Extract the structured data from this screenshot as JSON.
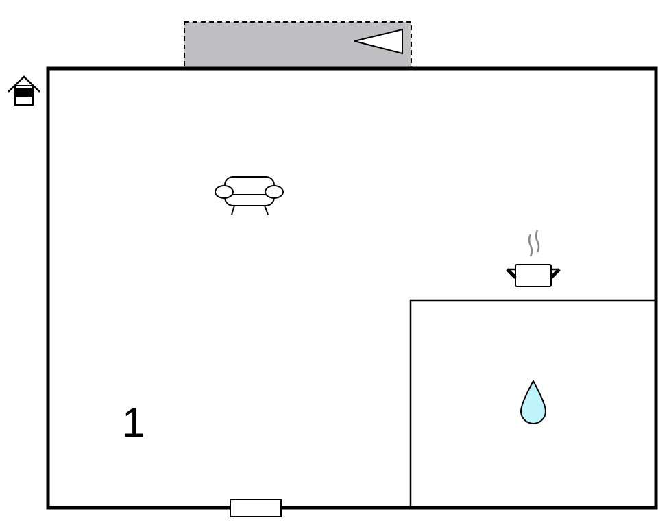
{
  "floorplan": {
    "rooms": [
      {
        "id": "main",
        "number": "1"
      },
      {
        "id": "bathroom",
        "number": ""
      }
    ],
    "icons": [
      {
        "name": "entrance-icon",
        "room": "outside"
      },
      {
        "name": "sofa-icon",
        "room": "main"
      },
      {
        "name": "kitchen-pot-icon",
        "room": "main"
      },
      {
        "name": "water-drop-icon",
        "room": "bathroom"
      }
    ],
    "terrace": {
      "direction_marker": "triangle-left"
    },
    "colors": {
      "wall": "#000000",
      "terrace_fill": "#c0c0c2",
      "water_drop_fill": "#bdf3f9",
      "steam": "#8a8a8a"
    }
  }
}
